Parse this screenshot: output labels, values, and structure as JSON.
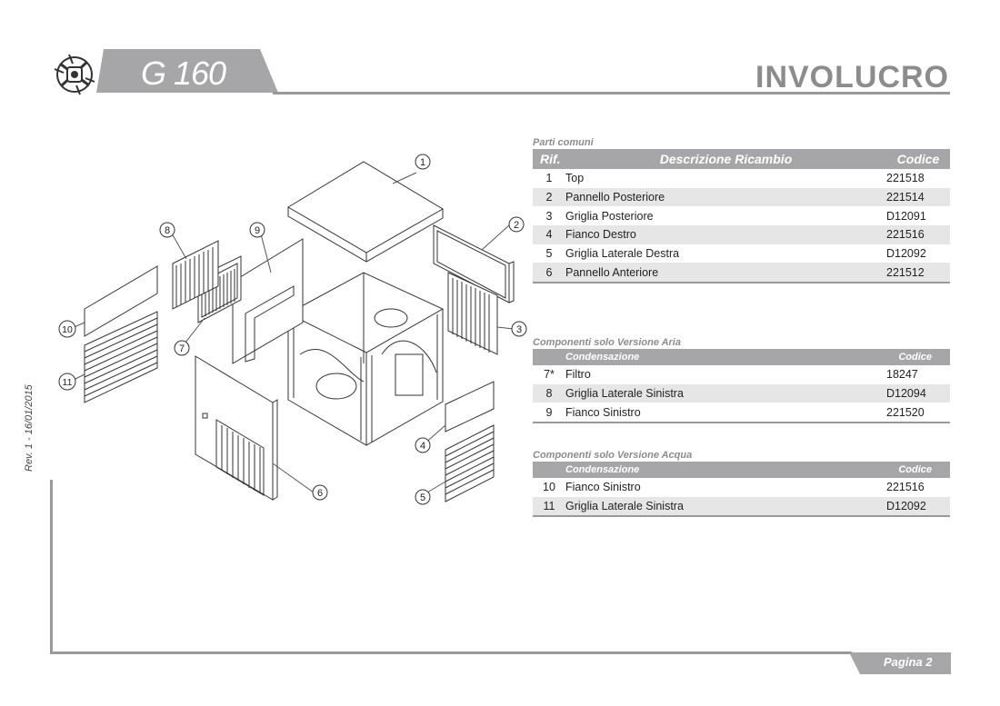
{
  "header": {
    "model": "G 160",
    "title": "INVOLUCRO"
  },
  "revision": "Rev. 1 - 16/01/2015",
  "footer": {
    "page": "Pagina 2"
  },
  "colors": {
    "accent_gray": "#a6a6a8",
    "stripe_gray": "#e6e6e7",
    "title_gray": "#8c8c8c"
  },
  "diagram": {
    "callouts": [
      "1",
      "2",
      "3",
      "4",
      "5",
      "6",
      "7",
      "8",
      "9",
      "10",
      "11"
    ]
  },
  "tables": [
    {
      "section": "Parti comuni",
      "headers": [
        "Rif.",
        "Descrizione Ricambio",
        "Codice"
      ],
      "rows": [
        {
          "rif": "1",
          "desc": "Top",
          "code": "221518"
        },
        {
          "rif": "2",
          "desc": "Pannello Posteriore",
          "code": "221514"
        },
        {
          "rif": "3",
          "desc": "Griglia Posteriore",
          "code": "D12091"
        },
        {
          "rif": "4",
          "desc": "Fianco Destro",
          "code": "221516"
        },
        {
          "rif": "5",
          "desc": "Griglia Laterale Destra",
          "code": "D12092"
        },
        {
          "rif": "6",
          "desc": "Pannello Anteriore",
          "code": "221512"
        }
      ]
    },
    {
      "section": "Componenti solo Versione Aria",
      "headers": [
        "",
        "Condensazione",
        "Codice"
      ],
      "rows": [
        {
          "rif": "7*",
          "desc": "Filtro",
          "code": "18247"
        },
        {
          "rif": "8",
          "desc": "Griglia Laterale Sinistra",
          "code": "D12094"
        },
        {
          "rif": "9",
          "desc": "Fianco Sinistro",
          "code": "221520"
        }
      ]
    },
    {
      "section": "Componenti solo Versione Acqua",
      "headers": [
        "",
        "Condensazione",
        "Codice"
      ],
      "rows": [
        {
          "rif": "10",
          "desc": "Fianco Sinistro",
          "code": "221516"
        },
        {
          "rif": "11",
          "desc": "Griglia Laterale Sinistra",
          "code": "D12092"
        }
      ]
    }
  ]
}
